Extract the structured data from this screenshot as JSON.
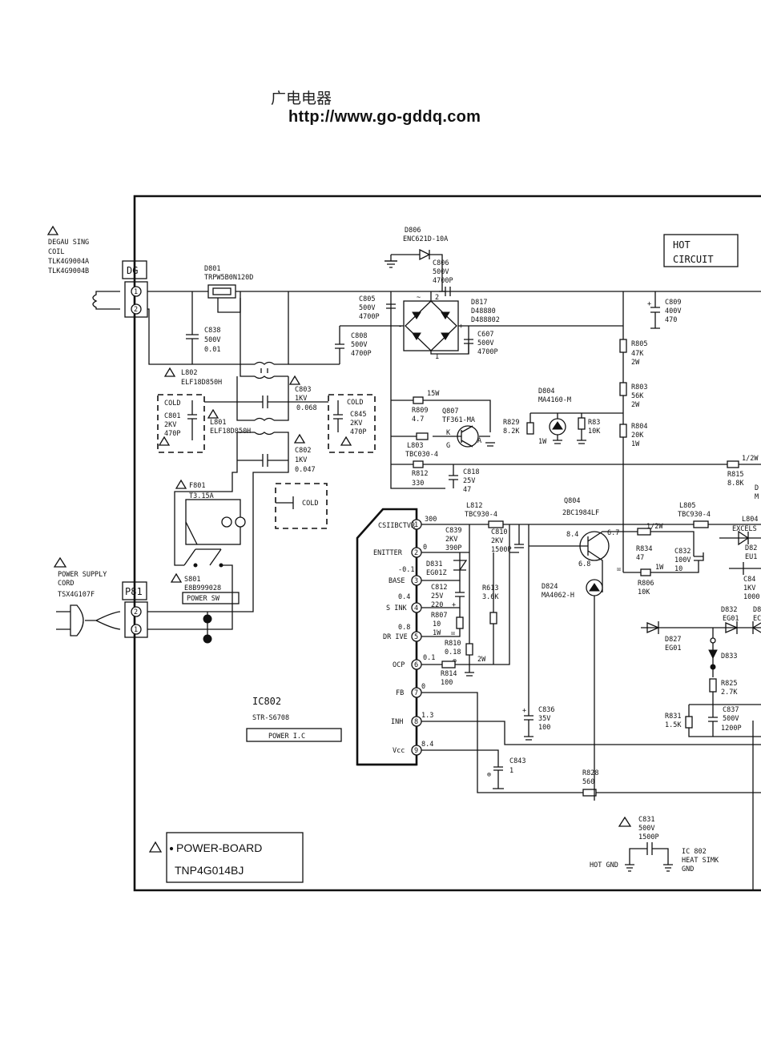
{
  "header": {
    "chinese_title": "广电电器",
    "url": "http://www.go-gddq.com"
  },
  "blocks": {
    "hot_circuit": [
      "HOT",
      "CIRCUIT"
    ],
    "power_board": [
      "POWER-BOARD",
      "TNP4G014BJ"
    ],
    "power_ic": "POWER I.C",
    "power_sw": "POWER SW",
    "hot_gnd": "HOT GND",
    "ic_heat_sink": [
      "IC 802",
      "HEAT SIMK",
      "GND"
    ]
  },
  "connectors": {
    "dg": {
      "label": "DG",
      "pins": [
        "1",
        "2"
      ]
    },
    "p81": {
      "label": "P81",
      "pins": [
        "2",
        "1"
      ]
    }
  },
  "left_notes": {
    "degauss": [
      "DEGAU SING",
      "COIL",
      "TLK4G9004A",
      "TLK4G9004B"
    ],
    "supply": [
      "POWER SUPPLY",
      "CORD",
      "TSX4G107F"
    ]
  },
  "ic802": {
    "name": "IC802",
    "part": "STR-S6708",
    "pins": [
      {
        "num": "1",
        "name": "CSIIBCTVR",
        "v": "300"
      },
      {
        "num": "2",
        "name": "ENITTER",
        "v": "0"
      },
      {
        "num": "3",
        "name": "BASE",
        "v": "-0.1"
      },
      {
        "num": "4",
        "name": "S INK",
        "v": "0.4"
      },
      {
        "num": "5",
        "name": "DR IVE",
        "v": "0.8"
      },
      {
        "num": "6",
        "name": "OCP",
        "v": "0.1"
      },
      {
        "num": "7",
        "name": "FB",
        "v": "0"
      },
      {
        "num": "8",
        "name": "INH",
        "v": "1.3"
      },
      {
        "num": "9",
        "name": "Vcc",
        "v": "8.4"
      }
    ]
  },
  "parts": {
    "d806": [
      "D806",
      "ENC621D-10A"
    ],
    "c806": [
      "C806",
      "500V",
      "4700P"
    ],
    "d801": [
      "D801",
      "TRPW5B0N120D"
    ],
    "c805": [
      "C805",
      "500V",
      "4700P"
    ],
    "d817": [
      "D817",
      "D48880",
      "D488802"
    ],
    "c809": [
      "C809",
      "400V",
      "470"
    ],
    "c838": [
      "C838",
      "500V",
      "0.01"
    ],
    "c808": [
      "C808",
      "500V",
      "4700P"
    ],
    "c607": [
      "C607",
      "500V",
      "4700P"
    ],
    "r805": [
      "R805",
      "47K",
      "2W"
    ],
    "l802": [
      "L802",
      "ELF18D850H"
    ],
    "c803": [
      "C803",
      "1KV",
      "0.068"
    ],
    "r803": [
      "R803",
      "56K",
      "2W"
    ],
    "c801": [
      "COLD",
      "C801",
      "2KV",
      "470P"
    ],
    "l801": [
      "L801",
      "ELF18D850H"
    ],
    "c845": [
      "COLD",
      "C845",
      "2KV",
      "470P"
    ],
    "r809": [
      "R809",
      "4.7"
    ],
    "q807": [
      "Q807",
      "TF361-MA"
    ],
    "r15w": "15W",
    "d804": [
      "D804",
      "MA4160-M"
    ],
    "r829": [
      "R829",
      "8.2K"
    ],
    "r83": [
      "R83",
      "10K"
    ],
    "r804": [
      "R804",
      "20K",
      "1W"
    ],
    "l803": [
      "L803",
      "TBC030-4"
    ],
    "c802": [
      "C802",
      "1KV",
      "0.047"
    ],
    "r812": [
      "R812",
      "330"
    ],
    "c818": [
      "C818",
      "25V",
      "47"
    ],
    "r815": [
      "1/2W",
      "R815",
      "8.8K"
    ],
    "f801": [
      "F801",
      "T3.15A"
    ],
    "cold_sw": "COLD",
    "l812": [
      "L812",
      "TBC930-4"
    ],
    "q804": [
      "Q804",
      "2BC1984LF"
    ],
    "l805": [
      "L805",
      "TBC930-4"
    ],
    "l804": [
      "L804",
      "EXCELS"
    ],
    "c839": [
      "C839",
      "2KV",
      "390P"
    ],
    "c810": [
      "C810",
      "2KV",
      "1500P"
    ],
    "q804_v": [
      "8.4",
      "6.7",
      "6.8"
    ],
    "r834": [
      "1/2W",
      "R834",
      "47",
      "1W"
    ],
    "c832": [
      "C832",
      "100V",
      "10"
    ],
    "d831": [
      "D831",
      "EG01Z"
    ],
    "c812": [
      "C812",
      "25V",
      "220"
    ],
    "r613": [
      "R613",
      "3.6K"
    ],
    "d824": [
      "D824",
      "MA4062-H"
    ],
    "r806": [
      "R806",
      "10K"
    ],
    "s801": [
      "S801",
      "E8B999028"
    ],
    "r807": [
      "R807",
      "10",
      "1W"
    ],
    "d832": [
      "D832",
      "EG01"
    ],
    "d827": [
      "D827",
      "EG01"
    ],
    "r810": [
      "R810",
      "0.18",
      "2W"
    ],
    "d833": "D833",
    "r814": [
      "R814",
      "100"
    ],
    "r825": [
      "R825",
      "2.7K"
    ],
    "c836": [
      "C836",
      "35V",
      "100"
    ],
    "r831": [
      "R831",
      "1.5K"
    ],
    "c837": [
      "C837",
      "500V",
      "1200P"
    ],
    "c843": [
      "C843",
      "1"
    ],
    "r828": [
      "R828",
      "560"
    ],
    "c831": [
      "C831",
      "500V",
      "1500P"
    ],
    "edge_right": [
      "D82",
      "EU1",
      "C84",
      "1KV",
      "1000",
      "D8",
      "EC",
      "D",
      "M"
    ]
  }
}
